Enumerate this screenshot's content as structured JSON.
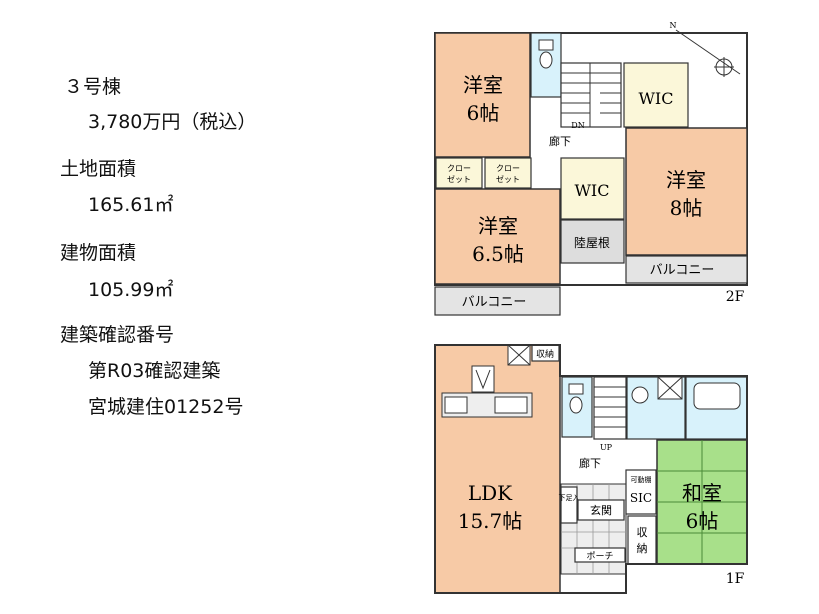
{
  "info": {
    "building": "３号棟",
    "price": "3,780万円（税込）",
    "land_label": "土地面積",
    "land_value": "165.61㎡",
    "floor_label": "建物面積",
    "floor_value": "105.99㎡",
    "cert_label": "建築確認番号",
    "cert_line1": "第R03確認建築",
    "cert_line2": "宮城建住01252号"
  },
  "floor2": {
    "level": "2F",
    "west1": {
      "name": "洋室",
      "size": "6帖"
    },
    "west2": {
      "name": "洋室",
      "size": "6.5帖"
    },
    "west3": {
      "name": "洋室",
      "size": "8帖"
    },
    "wic_top": "WIC",
    "wic_mid": "WIC",
    "hall": "廊下",
    "dn": "DN",
    "roof": "陸屋根",
    "closet1": "クロー\nゼット",
    "closet2": "クロー\nゼット",
    "balcony_left": "バルコニー",
    "balcony_right": "バルコニー",
    "compass": "N"
  },
  "floor1": {
    "level": "1F",
    "ldk": {
      "name": "LDK",
      "size": "15.7帖"
    },
    "washitsu": {
      "name": "和室",
      "size": "6帖"
    },
    "storage_top": "収納",
    "hall": "廊下",
    "up": "UP",
    "entrance": "玄関",
    "porch": "ポーチ",
    "sic": "SIC",
    "storage": "収納",
    "shoes": "下足入",
    "movable_shelf": "可動棚"
  }
}
